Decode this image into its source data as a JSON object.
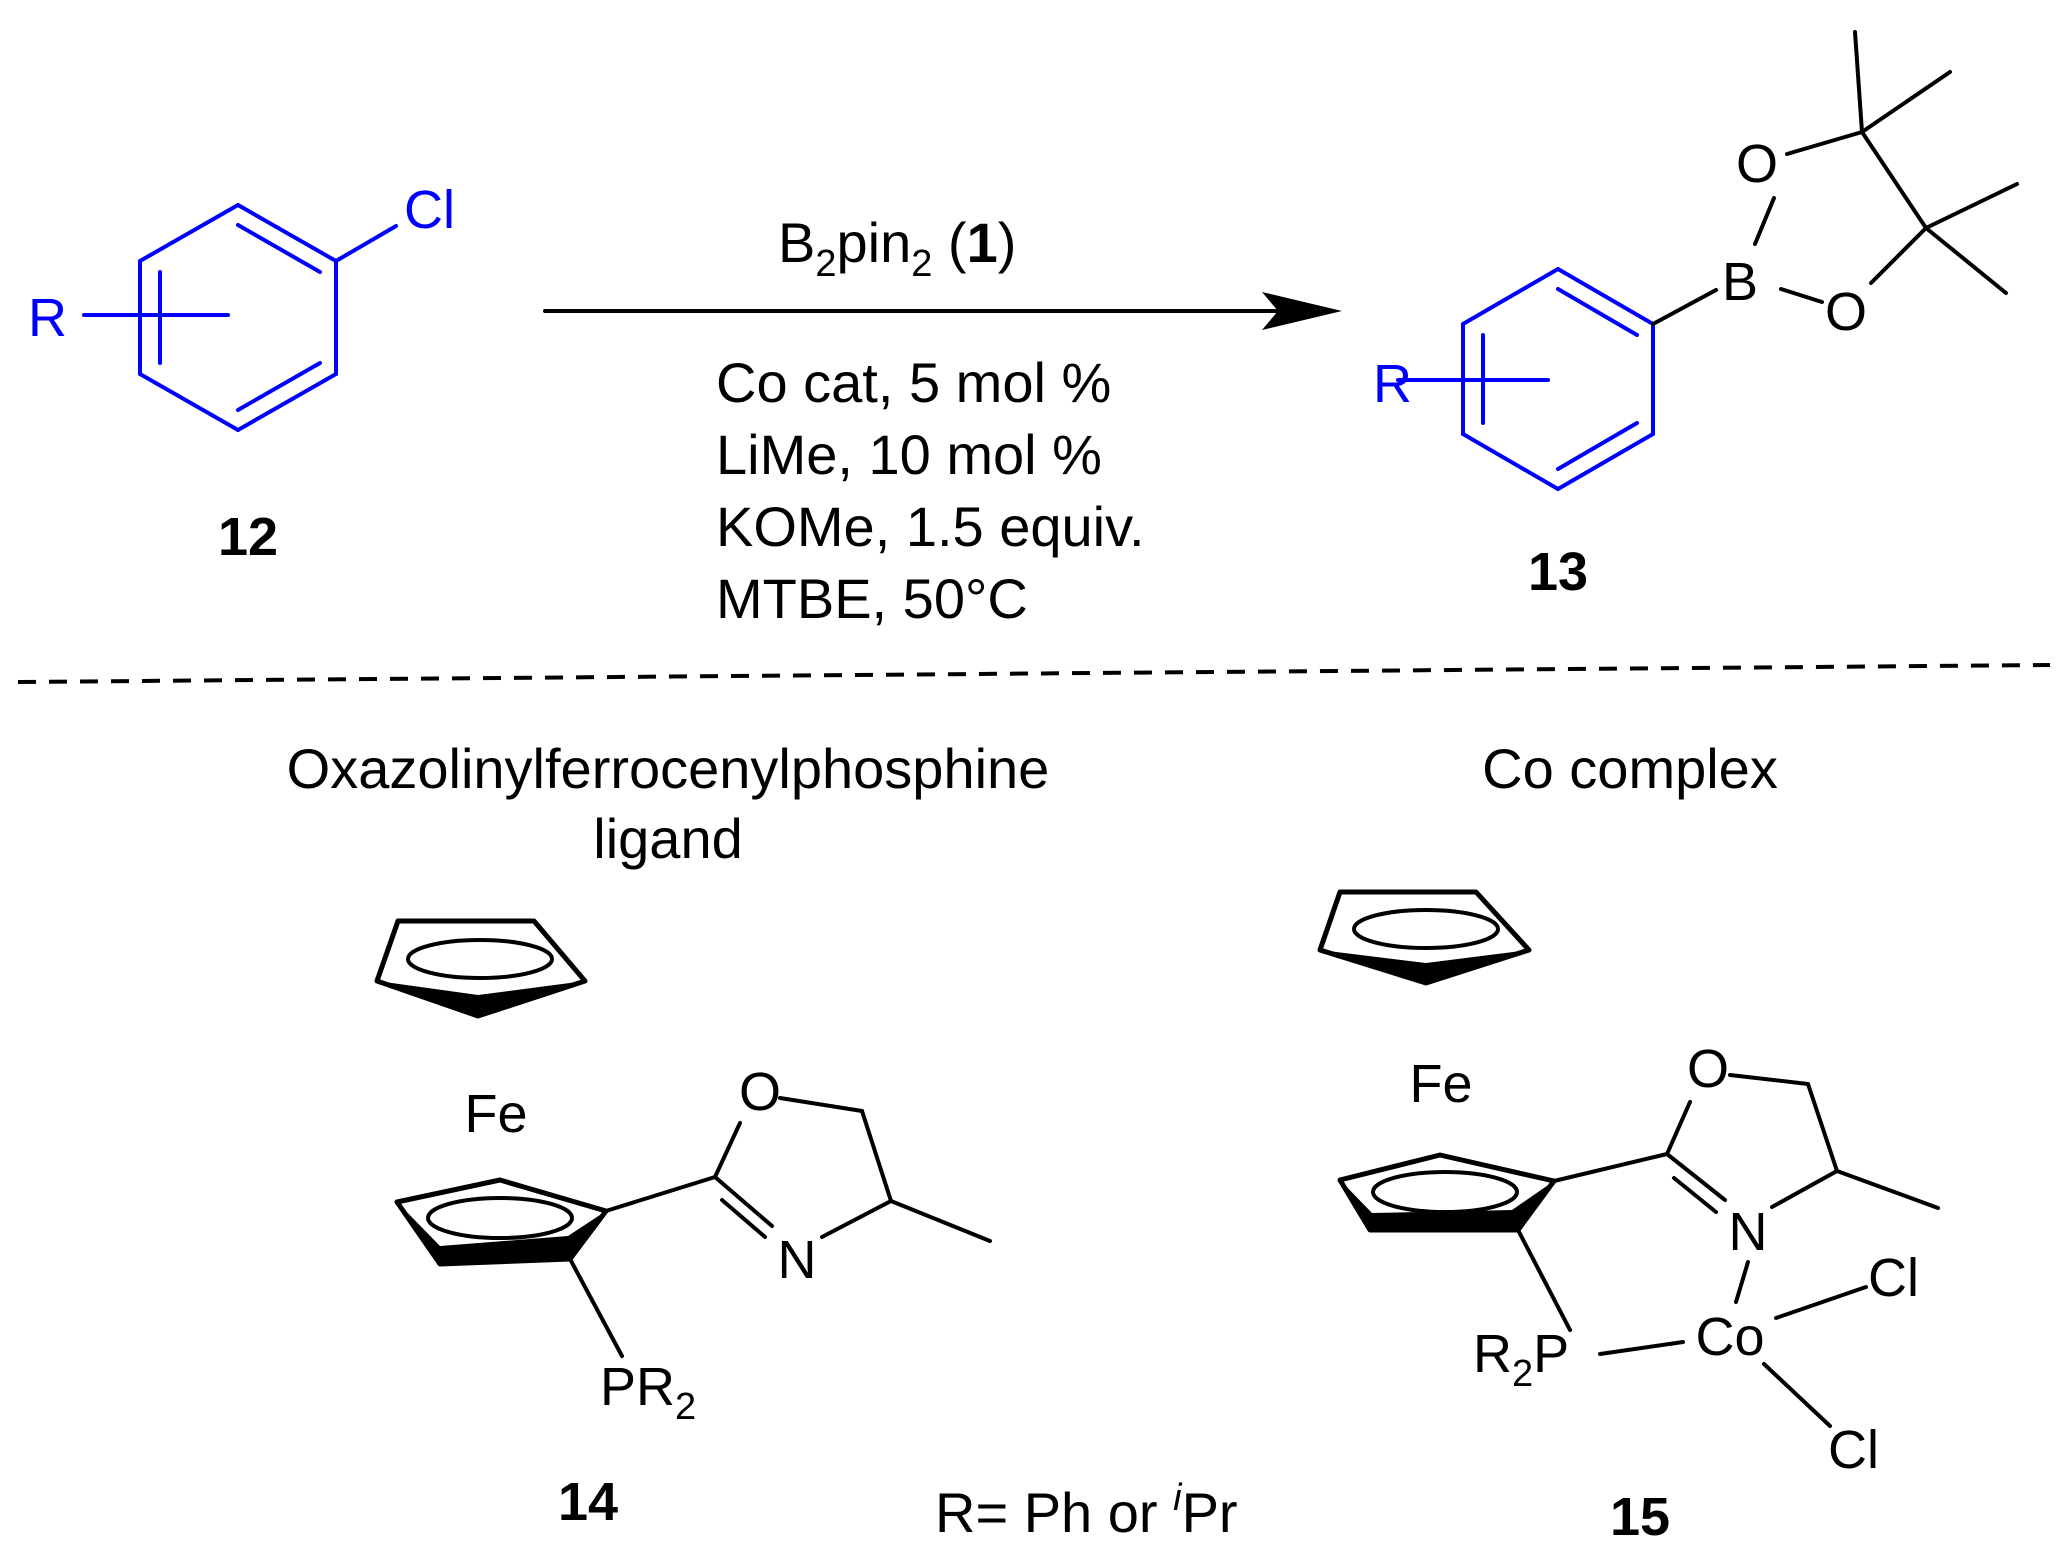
{
  "colors": {
    "reactant_core": "#0000ff",
    "ink": "#000000",
    "background": "#ffffff"
  },
  "reaction": {
    "reactant": {
      "label": "12",
      "substituent": "R",
      "leaving_group": "Cl"
    },
    "reagent": {
      "B": "B",
      "sub2": "2",
      "pin": "pin",
      "open": " (",
      "ref": "1",
      "close": ")"
    },
    "conditions": [
      "Co cat, 5 mol %",
      "LiMe, 10 mol %",
      "KOMe, 1.5 equiv.",
      "MTBE, 50°C"
    ],
    "product": {
      "label": "13",
      "substituent": "R",
      "boron": "B",
      "oxygen": "O"
    }
  },
  "ligand": {
    "heading_line1": "Oxazolinylferrocenylphosphine",
    "heading_line2": "ligand",
    "metal": "Fe",
    "oxygen": "O",
    "nitrogen": "N",
    "phosphine": "PR",
    "phosphine_sub": "2",
    "label": "14"
  },
  "complex": {
    "heading": "Co complex",
    "metal": "Fe",
    "oxygen": "O",
    "nitrogen": "N",
    "cobalt": "Co",
    "chloride": "Cl",
    "phosphine_R": "R",
    "phosphine_sub": "2",
    "phosphine_P": "P",
    "label": "15"
  },
  "footnote": {
    "prefix": "R= Ph or ",
    "sup": "i",
    "suffix": "Pr"
  }
}
